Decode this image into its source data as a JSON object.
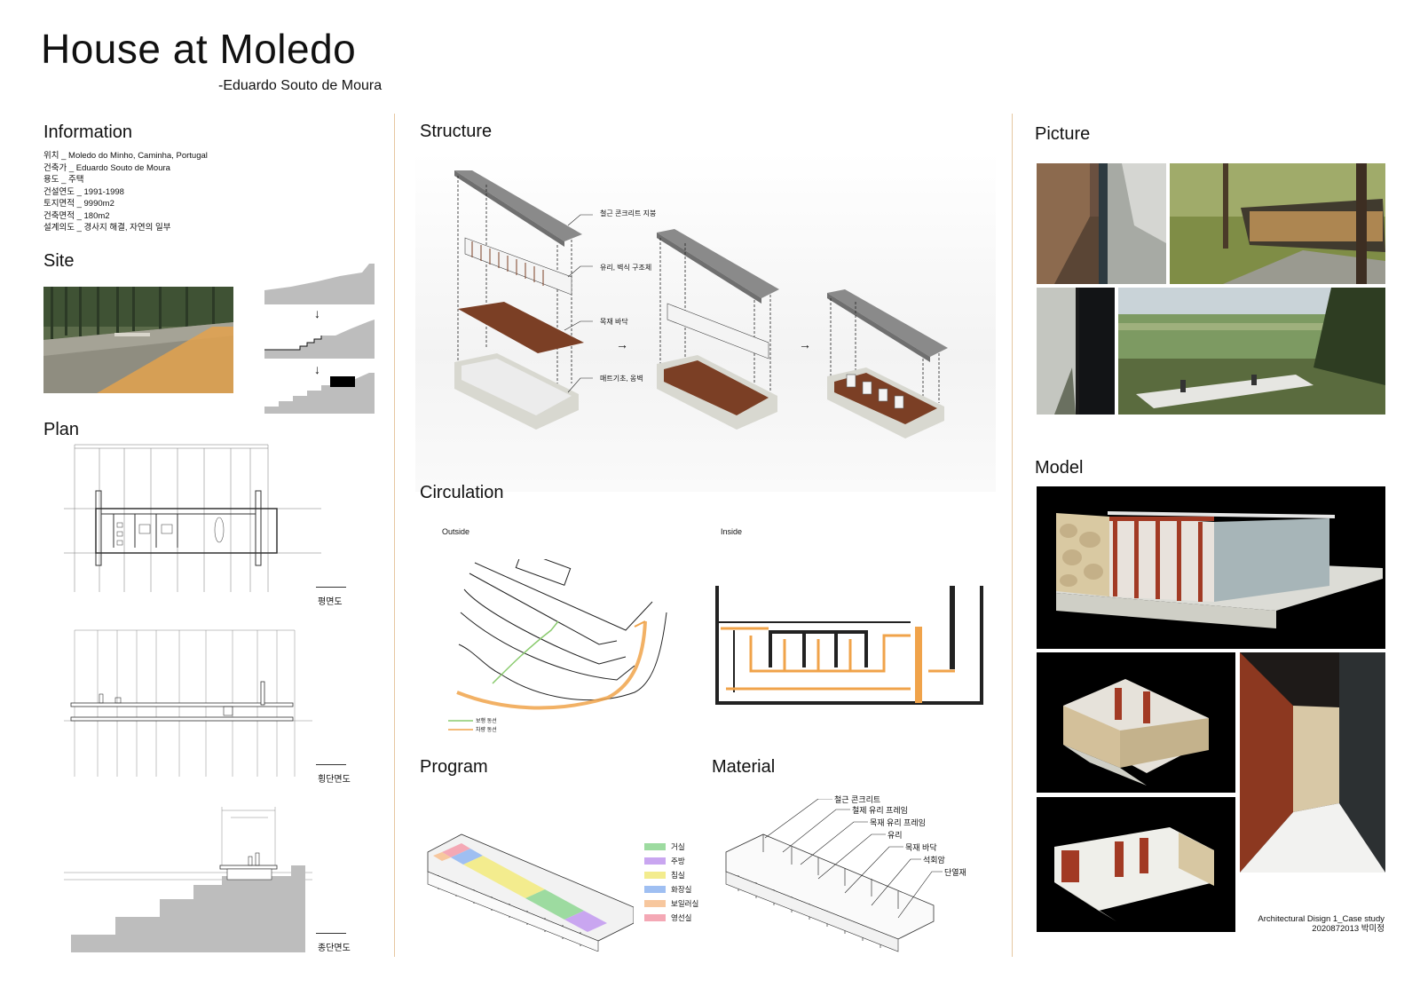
{
  "header": {
    "title": "House at Moledo",
    "subtitle": "-Eduardo Souto de Moura"
  },
  "sections": {
    "information": "Information",
    "site": "Site",
    "plan": "Plan",
    "structure": "Structure",
    "circulation": "Circulation",
    "program": "Program",
    "material": "Material",
    "picture": "Picture",
    "model": "Model"
  },
  "information": {
    "items": [
      "위치 _ Moledo do Minho, Caminha, Portugal",
      "건축가 _ Eduardo Souto de Moura",
      "용도 _ 주택",
      "건설연도 _ 1991-1998",
      "토지면적 _ 9990m2",
      "건축면적 _ 180m2",
      "설계의도 _ 경사지 해결, 자연의 일부"
    ]
  },
  "plan": {
    "captions": [
      "평면도",
      "횡단면도",
      "종단면도"
    ]
  },
  "structure": {
    "labels": [
      "철근 콘크리트 지붕",
      "유리, 벽식 구조체",
      "목재 바닥",
      "매트기초, 옹벽"
    ]
  },
  "circulation": {
    "outside_label": "Outside",
    "inside_label": "Inside",
    "legend": [
      "보행 동선",
      "차량 동선"
    ]
  },
  "program": {
    "legend": [
      {
        "label": "거실",
        "color": "#9ddba0"
      },
      {
        "label": "주방",
        "color": "#c9a6f0"
      },
      {
        "label": "침실",
        "color": "#f3ec8e"
      },
      {
        "label": "화장실",
        "color": "#9fbff2"
      },
      {
        "label": "보일러실",
        "color": "#f7c79e"
      },
      {
        "label": "영선실",
        "color": "#f4a8b5"
      }
    ]
  },
  "material": {
    "labels": [
      "철근 콘크리트",
      "철제 유리 프레임",
      "목재 유리 프레임",
      "유리",
      "목재 바닥",
      "석회암",
      "단열재"
    ]
  },
  "colors": {
    "divider": "#e6c7a0",
    "accent_orange": "#f0a34a",
    "wood": "#7b3f25"
  },
  "credit": {
    "line1": "Architectural Disign 1_Case study",
    "line2": "2020872013 박미정"
  }
}
